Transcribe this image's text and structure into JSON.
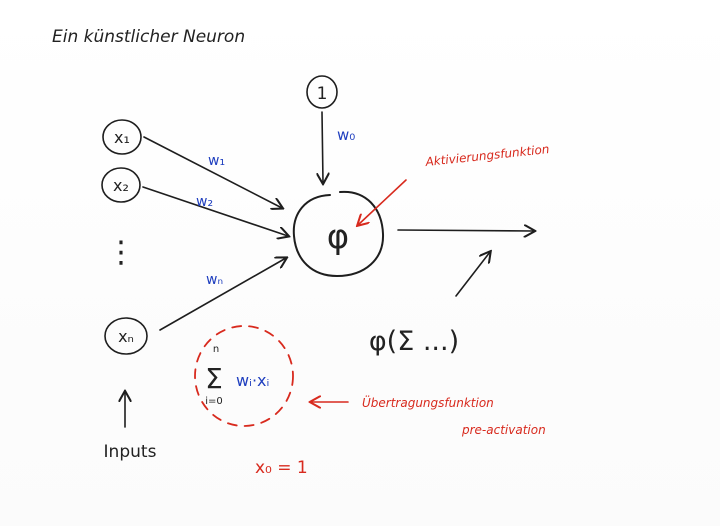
{
  "title": "Ein künstlicher Neuron",
  "inputs": {
    "x1": "x₁",
    "x2": "x₂",
    "dots": "⋮",
    "xn": "xₙ",
    "label": "Inputs"
  },
  "bias": {
    "node": "1",
    "weight": "w₀"
  },
  "weights": {
    "w1": "w₁",
    "w2": "w₂",
    "wn": "wₙ"
  },
  "neuron": {
    "symbol": "φ"
  },
  "activation_label": "Aktivierungsfunktion",
  "output_formula": "φ(Σ ...)",
  "sum": {
    "upper": "n",
    "sigma": "Σ",
    "lower": "i=0",
    "term": "wᵢ·xᵢ"
  },
  "transfer_label": "Übertragungsfunktion",
  "preactivation_label": "pre-activation",
  "x0_note": "x₀ = 1",
  "colors": {
    "ink": "#1e1e1e",
    "blue": "#1f3fbf",
    "red": "#d82a1e"
  }
}
